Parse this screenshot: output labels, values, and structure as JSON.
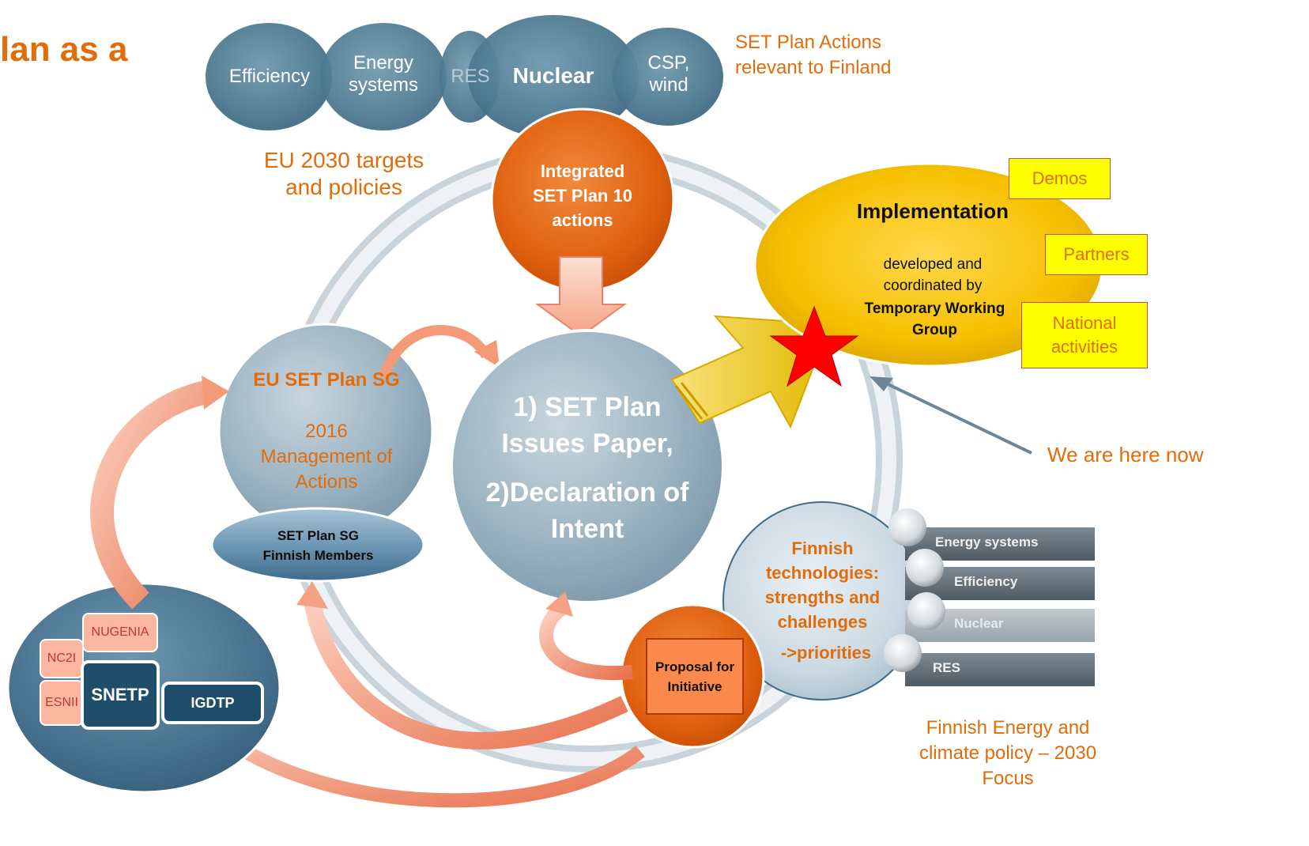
{
  "title_fragment": "lan as a",
  "top_bubbles": [
    {
      "label": "Efficiency"
    },
    {
      "label": "Energy systems"
    },
    {
      "label": "RES"
    },
    {
      "label": "Nuclear"
    },
    {
      "label": "CSP, wind"
    }
  ],
  "set_plan_actions_note": "SET Plan Actions relevant to Finland",
  "eu_targets_note": "EU 2030 targets and policies",
  "integrated_set_plan": "Integrated SET Plan 10 actions",
  "eu_set_plan_sg": {
    "title": "EU SET Plan SG",
    "subtitle": "2016 Management of Actions"
  },
  "finnish_members": "SET Plan SG Finnish Members",
  "center_circle": {
    "line1": "1) SET Plan Issues Paper,",
    "line2": "2)Declaration of Intent"
  },
  "implementation": {
    "title": "Implementation",
    "text": "developed and coordinated by",
    "group": "Temporary Working Group"
  },
  "callouts": {
    "demos": "Demos",
    "partners": "Partners",
    "national": "National activities"
  },
  "we_are_here": "We are here now",
  "finnish_tech": {
    "title": "Finnish technologies: strengths and challenges",
    "priorities": "->priorities"
  },
  "tech_list": [
    "Energy systems",
    "Efficiency",
    "Nuclear",
    "RES"
  ],
  "policy_note": "Finnish Energy and climate policy – 2030 Focus",
  "proposal": "Proposal for Initiative",
  "platforms": {
    "nugenia": "NUGENIA",
    "nc2i": "NC2I",
    "esnii": "ESNII",
    "snetp": "SNETP",
    "igdtp": "IGDTP"
  },
  "colors": {
    "accent_orange": "#e36c0a",
    "steel_blue": "#4a7a94",
    "gold": "#f5c000",
    "yellow": "#ffff00"
  }
}
